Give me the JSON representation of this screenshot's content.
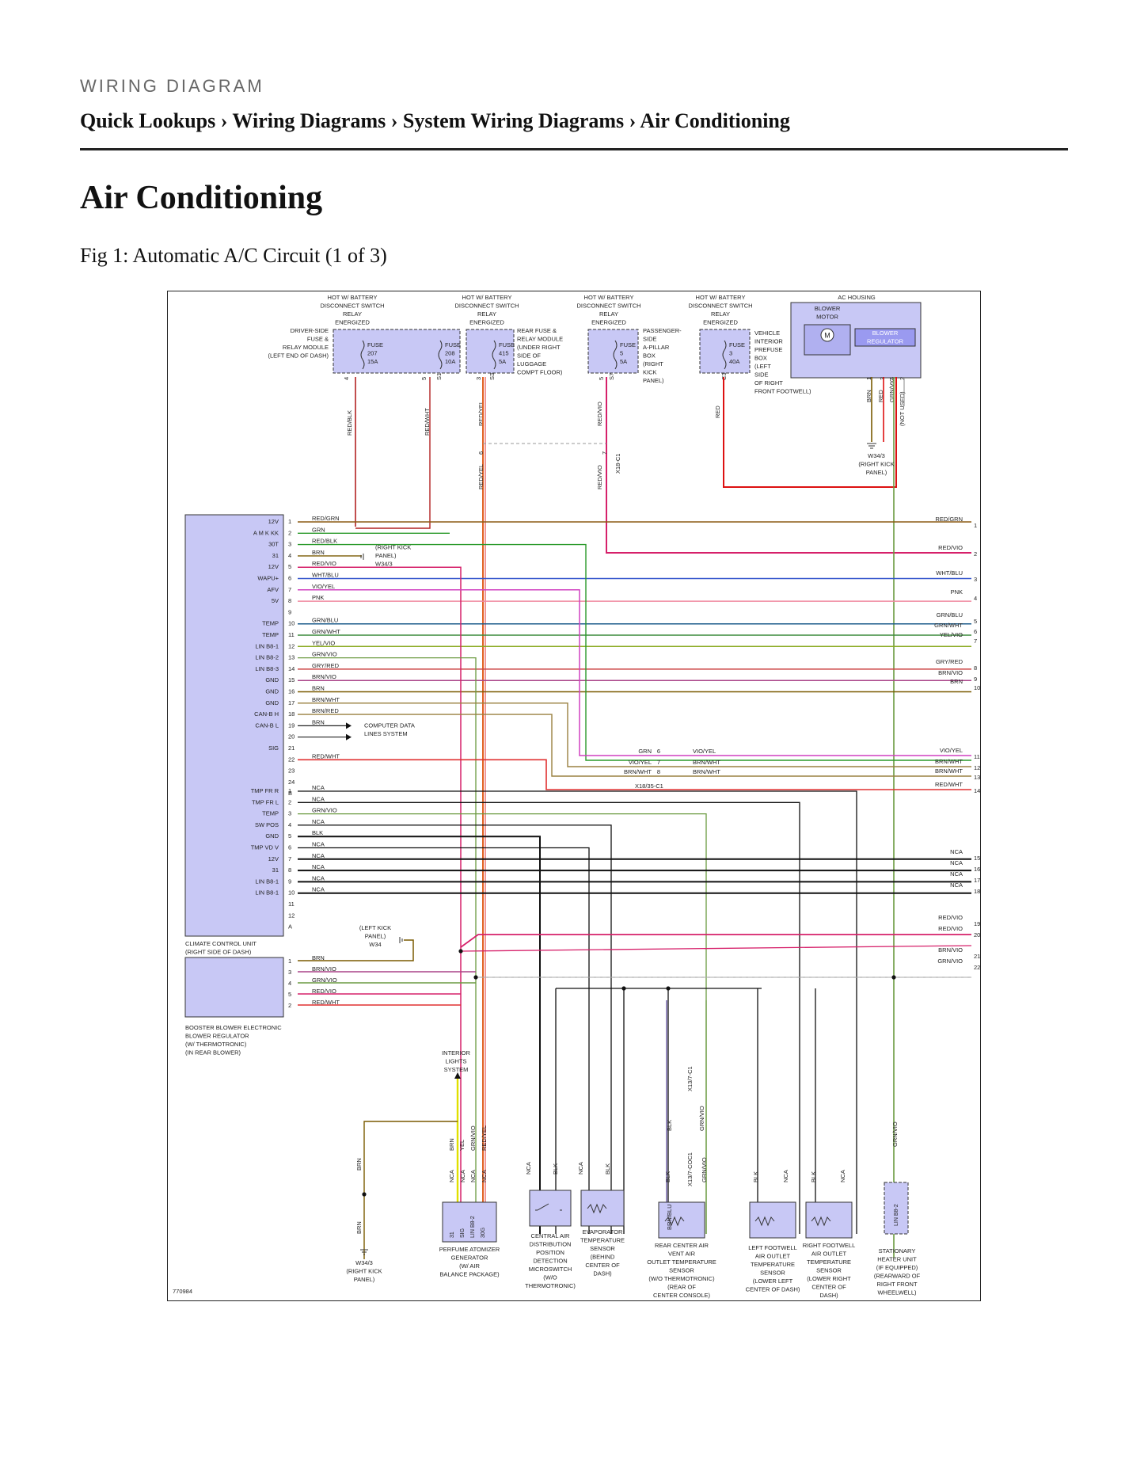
{
  "header": {
    "kicker": "WIRING DIAGRAM",
    "breadcrumb": "Quick Lookups › Wiring Diagrams › System Wiring Diagrams › Air Conditioning",
    "title": "Air Conditioning",
    "figure_caption": "Fig 1: Automatic A/C Circuit (1 of 3)"
  },
  "diagram": {
    "figure_id": "770984",
    "top_labels": {
      "hot1": [
        "HOT W/ BATTERY",
        "DISCONNECT SWITCH",
        "RELAY",
        "ENERGIZED"
      ],
      "hot2": [
        "HOT W/ BATTERY",
        "DISCONNECT SWITCH",
        "RELAY",
        "ENERGIZED"
      ],
      "hot3": [
        "HOT W/ BATTERY",
        "DISCONNECT SWITCH",
        "RELAY",
        "ENERGIZED"
      ],
      "hot4": [
        "HOT W/ BATTERY",
        "DISCONNECT SWITCH",
        "RELAY",
        "ENERGIZED"
      ],
      "ac_housing": "AC HOUSING"
    },
    "fuse_boxes": {
      "driver_side": [
        "DRIVER-SIDE",
        "FUSE &",
        "RELAY MODULE",
        "(LEFT END OF DASH)"
      ],
      "rear_fuse": [
        "REAR FUSE &",
        "RELAY MODULE",
        "(UNDER RIGHT",
        "SIDE OF",
        "LUGGAGE",
        "COMPT FLOOR)"
      ],
      "passenger": [
        "PASSENGER-",
        "SIDE",
        "A-PILLAR",
        "BOX",
        "(RIGHT",
        "KICK",
        "PANEL)"
      ],
      "vehicle_interior": [
        "VEHICLE",
        "INTERIOR",
        "PREFUSE",
        "BOX",
        "(LEFT",
        "SIDE",
        "OF RIGHT",
        "FRONT FOOTWELL)"
      ]
    },
    "fuses": [
      {
        "label": "FUSE",
        "num": "207",
        "amp": "15A"
      },
      {
        "label": "FUSE",
        "num": "208",
        "amp": "10A"
      },
      {
        "label": "FUSE",
        "num": "415",
        "amp": "5A"
      },
      {
        "label": "FUSE",
        "num": "5",
        "amp": "5A"
      },
      {
        "label": "FUSE",
        "num": "3",
        "amp": "40A"
      }
    ],
    "blower": {
      "motor": [
        "BLOWER",
        "MOTOR"
      ],
      "regulator": [
        "BLOWER",
        "REGULATOR"
      ],
      "motor_symbol": "M"
    },
    "top_pins": [
      "4",
      "5",
      "S1",
      "3",
      "S3",
      "5",
      "S7",
      "C3",
      "1",
      "3",
      "4",
      "2"
    ],
    "vertical_wire_labels": [
      "RED/BLK",
      "RED/WHT",
      "RED/YEL",
      "RED/VIO",
      "RED",
      "BRN",
      "RED",
      "GRN/VIO",
      "(NOT USED)"
    ],
    "splice_labels": {
      "c1": "6",
      "c2": "7",
      "x18": "X18-C1",
      "redyel2": "RED/YEL",
      "redvio2": "RED/VIO"
    },
    "ground_right_kick": [
      "W34/3",
      "(RIGHT KICK",
      "PANEL)"
    ],
    "ccu": {
      "pins_left": [
        "12V",
        "A M K KK",
        "30T",
        "31",
        "12V",
        "WAPU+",
        "AFV",
        "5V",
        "",
        "TEMP",
        "TEMP",
        "LIN B8-1",
        "LIN B8-2",
        "LIN B8-3",
        "GND",
        "GND",
        "GND",
        "CAN-B H",
        "CAN-B L",
        "",
        "SIG",
        "",
        ""
      ],
      "pin_nums": [
        "1",
        "2",
        "3",
        "4",
        "5",
        "6",
        "7",
        "8",
        "9",
        "10",
        "11",
        "12",
        "13",
        "14",
        "15",
        "16",
        "17",
        "18",
        "19",
        "20",
        "21",
        "22",
        "23",
        "24",
        "B"
      ],
      "wires": [
        "RED/GRN",
        "GRN",
        "RED/BLK",
        "BRN",
        "RED/VIO",
        "WHT/BLU",
        "VIO/YEL",
        "PNK",
        "",
        "GRN/BLU",
        "GRN/WHT",
        "YEL/VIO",
        "GRN/VIO",
        "GRY/RED",
        "BRN/VIO",
        "BRN",
        "BRN/WHT",
        "BRN/RED",
        "BRN",
        "",
        "",
        "RED/WHT",
        "",
        ""
      ],
      "pins_left_b": [
        "TMP FR R",
        "TMP FR L",
        "TEMP",
        "SW POS",
        "GND",
        "TMP VD V",
        "12V",
        "31",
        "LIN B8-1",
        "LIN B8-1",
        "",
        ""
      ],
      "pin_nums_b": [
        "1",
        "2",
        "3",
        "4",
        "5",
        "6",
        "7",
        "8",
        "9",
        "10",
        "11",
        "12",
        "A"
      ],
      "wires_b": [
        "NCA",
        "NCA",
        "GRN/VIO",
        "NCA",
        "BLK",
        "NCA",
        "NCA",
        "NCA",
        "NCA",
        "NCA",
        "",
        ""
      ],
      "name": [
        "CLIMATE CONTROL UNIT",
        "(RIGHT SIDE OF DASH)"
      ],
      "right_kick": [
        "(RIGHT KICK",
        "PANEL)",
        "W34/3"
      ],
      "left_kick": [
        "(LEFT KICK",
        "PANEL)",
        "W34"
      ],
      "computer_data": [
        "COMPUTER DATA",
        "LINES SYSTEM"
      ]
    },
    "right_side": [
      {
        "wire": "RED/GRN",
        "n": "1"
      },
      {
        "wire": "RED/VIO",
        "n": "2"
      },
      {
        "wire": "WHT/BLU",
        "n": "3"
      },
      {
        "wire": "PNK",
        "n": "4"
      },
      {
        "wire": "GRN/BLU",
        "n": "5"
      },
      {
        "wire": "GRN/WHT",
        "n": "6"
      },
      {
        "wire": "YEL/VIO",
        "n": "7"
      },
      {
        "wire": "GRY/RED",
        "n": "8"
      },
      {
        "wire": "BRN/VIO",
        "n": "9"
      },
      {
        "wire": "BRN",
        "n": "10"
      },
      {
        "wire": "VIO/YEL",
        "n": "11"
      },
      {
        "wire": "BRN/WHT",
        "n": "12"
      },
      {
        "wire": "BRN/WHT",
        "n": "13"
      },
      {
        "wire": "RED/WHT",
        "n": "14"
      },
      {
        "wire": "NCA",
        "n": "15"
      },
      {
        "wire": "NCA",
        "n": "16"
      },
      {
        "wire": "NCA",
        "n": "17"
      },
      {
        "wire": "NCA",
        "n": "18"
      },
      {
        "wire": "RED/VIO",
        "n": "19"
      },
      {
        "wire": "RED/VIO",
        "n": "20"
      },
      {
        "wire": "BRN/VIO",
        "n": "21"
      },
      {
        "wire": "GRN/VIO",
        "n": "22"
      }
    ],
    "x18_35": {
      "left": [
        "GRN",
        "VIO/YEL",
        "BRN/WHT"
      ],
      "nums": [
        "6",
        "7",
        "8"
      ],
      "right": [
        "VIO/YEL",
        "BRN/WHT",
        "BRN/WHT"
      ],
      "name": "X18/35-C1"
    },
    "booster": {
      "pins": [
        "1",
        "3",
        "4",
        "5",
        "2"
      ],
      "wires": [
        "BRN",
        "BRN/VIO",
        "GRN/VIO",
        "RED/VIO",
        "RED/WHT"
      ],
      "name": [
        "BOOSTER BLOWER ELECTRONIC",
        "BLOWER REGULATOR",
        "(W/ THERMOTRONIC)",
        "(IN REAR BLOWER)"
      ]
    },
    "interior_lights": [
      "INTERIOR",
      "LIGHTS",
      "SYSTEM"
    ],
    "bottom_components": {
      "ground_w343": [
        "W34/3",
        "(RIGHT KICK",
        "PANEL)"
      ],
      "perfume": [
        "PERFUME ATOMIZER",
        "GENERATOR",
        "(W/ AIR",
        "BALANCE PACKAGE)"
      ],
      "perfume_pins": [
        "31",
        "SIG",
        "LIN B8-2",
        "30G"
      ],
      "central_air": [
        "CENTRAL AIR",
        "DISTRIBUTION",
        "POSITION",
        "DETECTION",
        "MICROSWITCH",
        "(W/O",
        "THERMOTRONIC)"
      ],
      "evaporator": [
        "EVAPORATOR",
        "TEMPERATURE",
        "SENSOR",
        "(BEHIND",
        "CENTER OF",
        "DASH)"
      ],
      "rear_center": [
        "REAR CENTER AIR",
        "VENT AIR",
        "OUTLET TEMPERATURE",
        "SENSOR",
        "(W/O THERMOTRONIC)",
        "(REAR OF",
        "CENTER CONSOLE)"
      ],
      "left_footwell": [
        "LEFT FOOTWELL",
        "AIR OUTLET",
        "TEMPERATURE",
        "SENSOR",
        "(LOWER LEFT",
        "CENTER OF DASH)"
      ],
      "right_footwell": [
        "RIGHT FOOTWELL",
        "AIR OUTLET",
        "TEMPERATURE",
        "SENSOR",
        "(LOWER RIGHT",
        "CENTER OF",
        "DASH)"
      ],
      "stationary": [
        "STATIONARY",
        "HEATER UNIT",
        "(IF EQUIPPED)",
        "(REARWARD OF",
        "RIGHT FRONT",
        "WHEELWELL)"
      ],
      "stationary_pin": "LIN B8-2",
      "x13": [
        "X13/7-C1",
        "X13/7-COC1"
      ],
      "vert_labels": [
        "BRN",
        "BRN",
        "BRN",
        "YEL",
        "GRN/VIO",
        "RED/YEL",
        "NCA",
        "NCA",
        "NCA",
        "NCA",
        "NCA",
        "BLK",
        "NCA",
        "BLK",
        "BLK",
        "BLK",
        "GRN/VIO",
        "BRN/BLU",
        "GRN/VIO",
        "BLK",
        "NCA",
        "BLK",
        "NCA",
        "GRN/VIO"
      ]
    }
  }
}
